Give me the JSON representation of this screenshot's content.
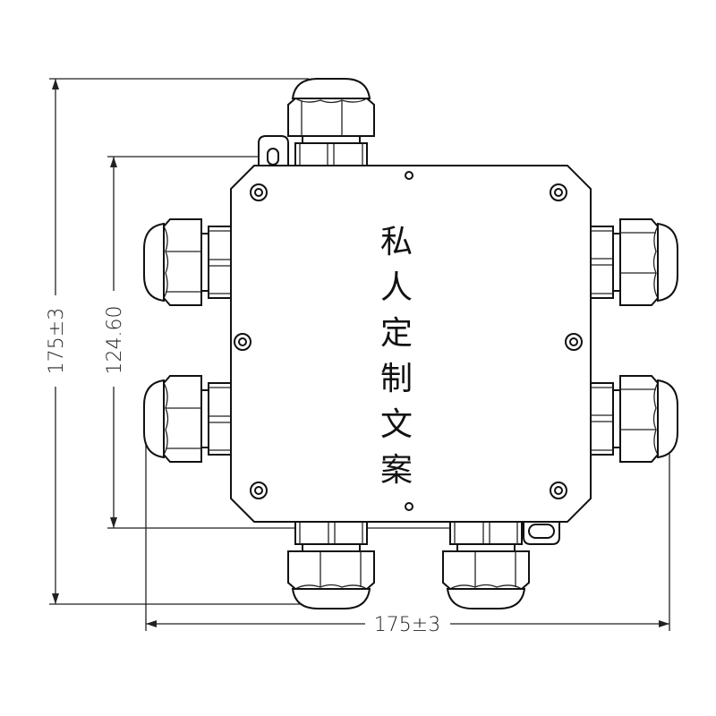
{
  "dimensions": {
    "height_total": "175±3",
    "width_total": "175±3",
    "mount_spacing": "124.60"
  },
  "box_label": [
    "私",
    "人",
    "定",
    "制",
    "文",
    "案"
  ]
}
